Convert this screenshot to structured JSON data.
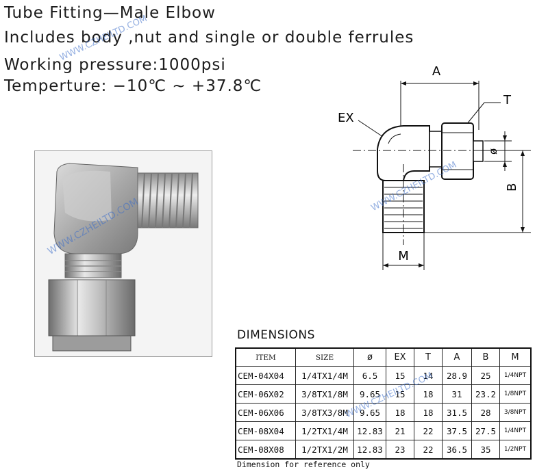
{
  "header": {
    "title": "Tube Fitting—Male Elbow",
    "includes": "Includes body ,nut and single or double ferrules",
    "pressure": "Working pressure:1000psi",
    "temperature": "Temperture:   −10℃ ∼ +37.8℃"
  },
  "drawing": {
    "label_a": "A",
    "label_t": "T",
    "label_ex": "EX",
    "label_phi": "ø",
    "label_b": "B",
    "label_m": "M"
  },
  "watermark": {
    "text": "WWW.CZHEILTD.COM"
  },
  "dimensions": {
    "heading": "DIMENSIONS",
    "columns": [
      "ITEM",
      "SIZE",
      "ø",
      "EX",
      "T",
      "A",
      "B",
      "M"
    ],
    "rows": [
      [
        "CEM-04X04",
        "1/4TX1/4M",
        "6.5",
        "15",
        "14",
        "28.9",
        "25",
        "1/4NPT"
      ],
      [
        "CEM-06X02",
        "3/8TX1/8M",
        "9.65",
        "15",
        "18",
        "31",
        "23.2",
        "1/8NPT"
      ],
      [
        "CEM-06X06",
        "3/8TX3/8M",
        "9.65",
        "18",
        "18",
        "31.5",
        "28",
        "3/8NPT"
      ],
      [
        "CEM-08X04",
        "1/2TX1/4M",
        "12.83",
        "21",
        "22",
        "37.5",
        "27.5",
        "1/4NPT"
      ],
      [
        "CEM-08X08",
        "1/2TX1/2M",
        "12.83",
        "23",
        "22",
        "36.5",
        "35",
        "1/2NPT"
      ]
    ],
    "note": "Dimension for reference only"
  }
}
